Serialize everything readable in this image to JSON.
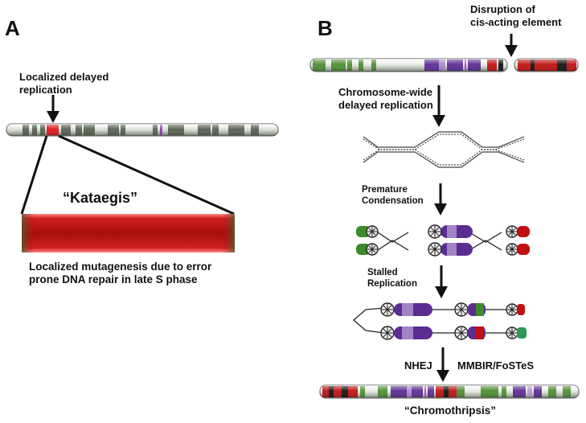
{
  "panel_a": {
    "letter": "A",
    "arrow_label": "Localized delayed\nreplication",
    "zoom_title": "“Kataegis”",
    "caption": "Localized mutagenesis due to error\nprone DNA repair in late S phase"
  },
  "panel_b": {
    "letter": "B",
    "top_label": "Disruption of\ncis-acting element",
    "step1": "Chromosome-wide\ndelayed replication",
    "step2": "Premature\nCondensation",
    "step3": "Stalled\nReplication",
    "repair_left": "NHEJ",
    "repair_right": "MMBIR/FoSTeS",
    "result": "“Chromothripsis”"
  },
  "colors": {
    "green": "#3f8a2c",
    "purple": "#5b2c92",
    "red": "#c81414",
    "dark_band": "#4f5c4a",
    "black": "#111111"
  }
}
